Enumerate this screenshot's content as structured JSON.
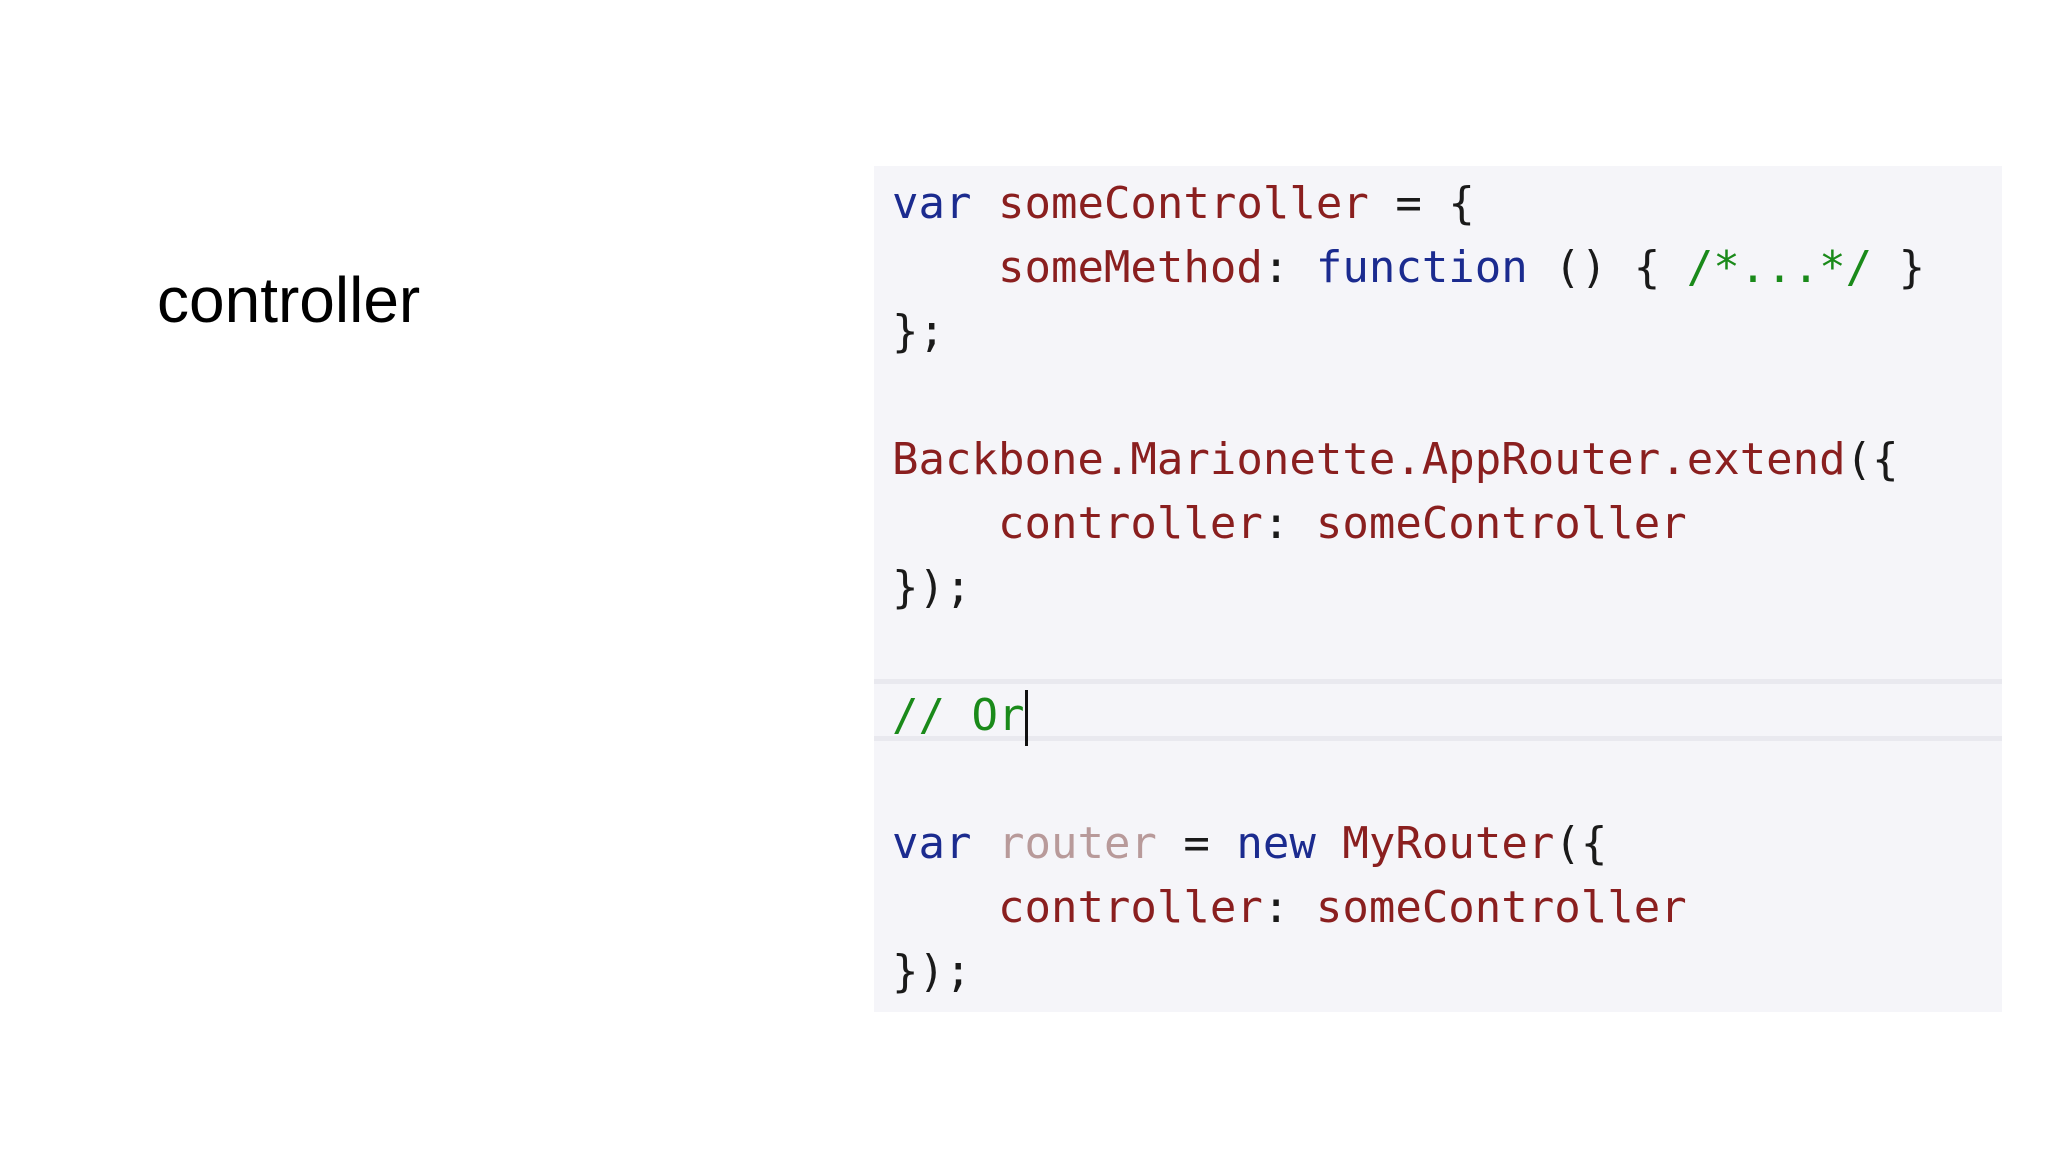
{
  "slide": {
    "title": "controller"
  },
  "code": {
    "lines": [
      {
        "indent": "",
        "tokens": [
          {
            "text": "var",
            "kind": "kw"
          },
          {
            "text": " ",
            "kind": "pn"
          },
          {
            "text": "someController",
            "kind": "id"
          },
          {
            "text": " = {",
            "kind": "pn"
          }
        ]
      },
      {
        "indent": "    ",
        "tokens": [
          {
            "text": "someMethod",
            "kind": "id"
          },
          {
            "text": ": ",
            "kind": "pn"
          },
          {
            "text": "function",
            "kind": "fn"
          },
          {
            "text": " () { ",
            "kind": "pn"
          },
          {
            "text": "/*...*/",
            "kind": "cm"
          },
          {
            "text": " }",
            "kind": "pn"
          }
        ]
      },
      {
        "indent": "",
        "tokens": [
          {
            "text": "};",
            "kind": "pn"
          }
        ]
      },
      {
        "indent": "",
        "tokens": []
      },
      {
        "indent": "",
        "tokens": [
          {
            "text": "Backbone.Marionette.AppRouter.extend",
            "kind": "id"
          },
          {
            "text": "({",
            "kind": "pn"
          }
        ]
      },
      {
        "indent": "    ",
        "tokens": [
          {
            "text": "controller",
            "kind": "id"
          },
          {
            "text": ": ",
            "kind": "pn"
          },
          {
            "text": "someController",
            "kind": "id"
          }
        ]
      },
      {
        "indent": "",
        "tokens": [
          {
            "text": "});",
            "kind": "pn"
          }
        ]
      },
      {
        "indent": "",
        "tokens": []
      },
      {
        "indent": "",
        "tokens": [
          {
            "text": "// Or",
            "kind": "cm"
          }
        ],
        "current": true
      },
      {
        "indent": "",
        "tokens": []
      },
      {
        "indent": "",
        "tokens": [
          {
            "text": "var",
            "kind": "kw"
          },
          {
            "text": " ",
            "kind": "pn"
          },
          {
            "text": "router",
            "kind": "dim"
          },
          {
            "text": " = ",
            "kind": "pn"
          },
          {
            "text": "new",
            "kind": "kw"
          },
          {
            "text": " ",
            "kind": "pn"
          },
          {
            "text": "MyRouter",
            "kind": "id"
          },
          {
            "text": "({",
            "kind": "pn"
          }
        ]
      },
      {
        "indent": "    ",
        "tokens": [
          {
            "text": "controller",
            "kind": "id"
          },
          {
            "text": ": ",
            "kind": "pn"
          },
          {
            "text": "someController",
            "kind": "id"
          }
        ]
      },
      {
        "indent": "",
        "tokens": [
          {
            "text": "});",
            "kind": "pn"
          }
        ]
      }
    ]
  },
  "colors": {
    "keyword": "#1b2b8f",
    "identifier": "#8a1f1f",
    "comment": "#1a8a1a",
    "punctuation": "#1a1a1a",
    "dimmed_identifier": "#b89a9a",
    "panel_background": "#f5f5f9"
  }
}
